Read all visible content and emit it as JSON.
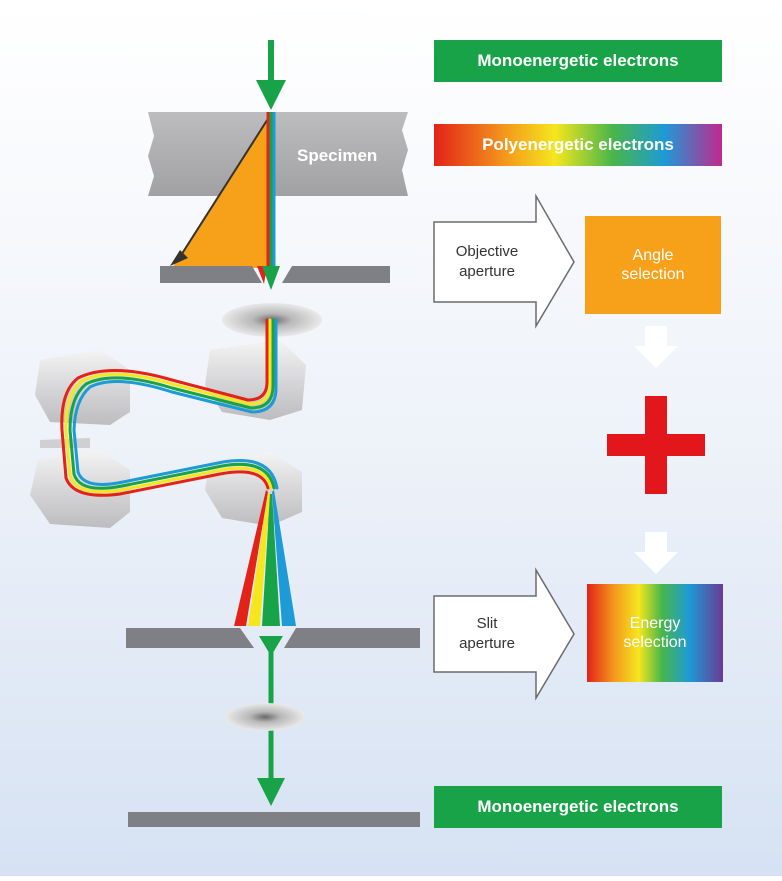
{
  "labels": {
    "mono_top": "Monoenergetic electrons",
    "poly": "Polyenergetic electrons",
    "specimen": "Specimen",
    "objective_aperture": [
      "Objective",
      "aperture"
    ],
    "angle_selection": [
      "Angle",
      "selection"
    ],
    "slit_aperture": [
      "Slit",
      "aperture"
    ],
    "energy_selection": [
      "Energy",
      "selection"
    ],
    "mono_bottom": "Monoenergetic electrons"
  },
  "colors": {
    "green": "#19a348",
    "orange": "#f7a11a",
    "plus_red": "#e2161b",
    "specimen_gray": "#a9a9ab",
    "aperture_gray": "#7f8085",
    "background_top": "#ffffff",
    "background_bottom": "#dbe6f5"
  },
  "icons": {
    "down_arrow": "arrow-down-icon",
    "right_arrow": "arrow-right-icon",
    "plus": "plus-icon"
  }
}
